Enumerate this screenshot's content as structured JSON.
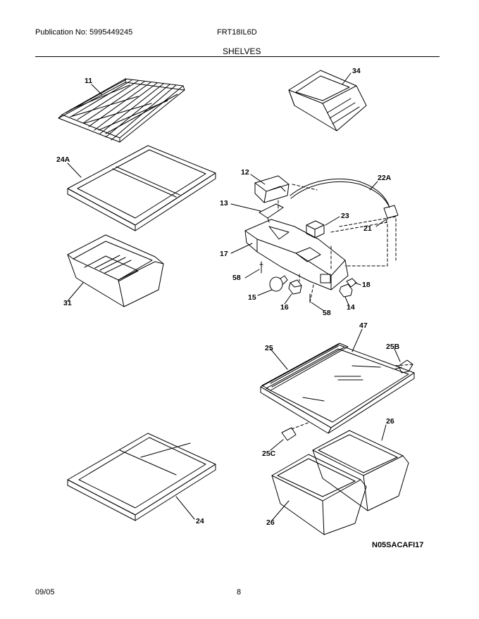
{
  "header": {
    "publication": "Publication No: 5995449245",
    "model": "FRT18IL6D",
    "section_title": "SHELVES"
  },
  "footer": {
    "date": "09/05",
    "page_number": "8"
  },
  "diagram": {
    "figure_code": "N05SACAFI17",
    "part_labels": {
      "p11": "11",
      "p34": "34",
      "p24A": "24A",
      "p12": "12",
      "p22A": "22A",
      "p13": "13",
      "p23": "23",
      "p21": "21",
      "p17": "17",
      "p58a": "58",
      "p18": "18",
      "p15": "15",
      "p31": "31",
      "p16": "16",
      "p14": "14",
      "p58b": "58",
      "p47": "47",
      "p25": "25",
      "p25B": "25B",
      "p26a": "26",
      "p25C": "25C",
      "p24": "24",
      "p26b": "26"
    }
  }
}
